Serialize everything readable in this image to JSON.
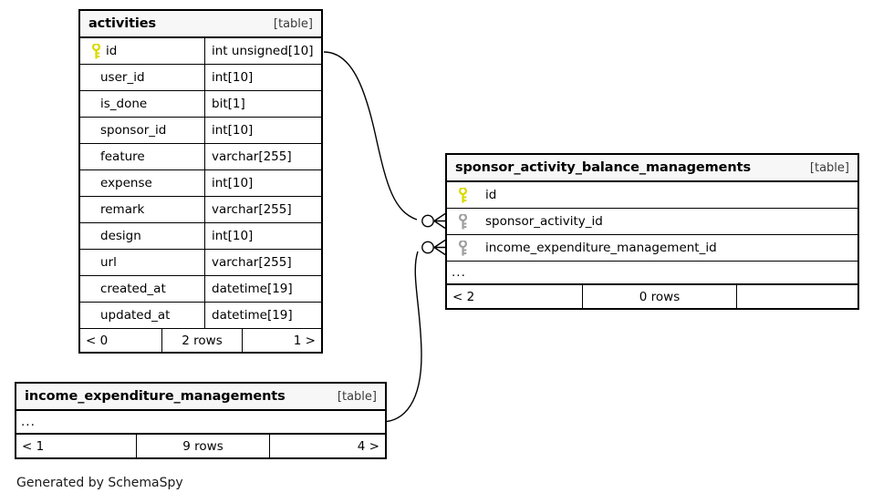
{
  "diagram": {
    "type": "entity-relationship-diagram",
    "generator_note": "Generated by SchemaSpy",
    "table_tag": "[table]",
    "ellipsis": "..."
  },
  "tables": [
    {
      "id": "activities",
      "name": "activities",
      "tag": "[table]",
      "columns": [
        {
          "name": "id",
          "type": "int unsigned[10]",
          "key": "primary"
        },
        {
          "name": "user_id",
          "type": "int[10]",
          "key": "none"
        },
        {
          "name": "is_done",
          "type": "bit[1]",
          "key": "none"
        },
        {
          "name": "sponsor_id",
          "type": "int[10]",
          "key": "none"
        },
        {
          "name": "feature",
          "type": "varchar[255]",
          "key": "none"
        },
        {
          "name": "expense",
          "type": "int[10]",
          "key": "none"
        },
        {
          "name": "remark",
          "type": "varchar[255]",
          "key": "none"
        },
        {
          "name": "design",
          "type": "int[10]",
          "key": "none"
        },
        {
          "name": "url",
          "type": "varchar[255]",
          "key": "none"
        },
        {
          "name": "created_at",
          "type": "datetime[19]",
          "key": "none"
        },
        {
          "name": "updated_at",
          "type": "datetime[19]",
          "key": "none"
        }
      ],
      "footer": {
        "prev": "< 0",
        "rows": "2 rows",
        "next": "1 >"
      }
    },
    {
      "id": "sponsor_activity_balance_managements",
      "name": "sponsor_activity_balance_managements",
      "tag": "[table]",
      "columns": [
        {
          "name": "id",
          "key": "primary"
        },
        {
          "name": "sponsor_activity_id",
          "key": "foreign"
        },
        {
          "name": "income_expenditure_management_id",
          "key": "foreign"
        }
      ],
      "has_ellipsis_row": true,
      "footer": {
        "prev": "< 2",
        "rows": "0 rows",
        "next": ""
      }
    },
    {
      "id": "income_expenditure_managements",
      "name": "income_expenditure_managements",
      "tag": "[table]",
      "columns": [],
      "has_ellipsis_row": true,
      "footer": {
        "prev": "< 1",
        "rows": "9 rows",
        "next": "4 >"
      }
    }
  ],
  "relationships": [
    {
      "id": "activities-to-sponsor-activity-id",
      "from_table": "activities",
      "from_column": "id",
      "to_table": "sponsor_activity_balance_managements",
      "to_column": "sponsor_activity_id",
      "from_cardinality": "one",
      "to_cardinality": "zero-or-many"
    },
    {
      "id": "income-expenditure-to-management-id",
      "from_table": "income_expenditure_managements",
      "from_column": "...",
      "to_table": "sponsor_activity_balance_managements",
      "to_column": "income_expenditure_management_id",
      "from_cardinality": "one",
      "to_cardinality": "zero-or-many"
    }
  ],
  "colors": {
    "primary_key": "#d9d900",
    "foreign_key": "#9e9e9e",
    "border": "#000000",
    "header_bg": "#f7f7f7",
    "page_bg": "#ffffff"
  },
  "icons": {
    "primary_key_icon": "key-icon",
    "foreign_key_icon": "key-icon"
  }
}
